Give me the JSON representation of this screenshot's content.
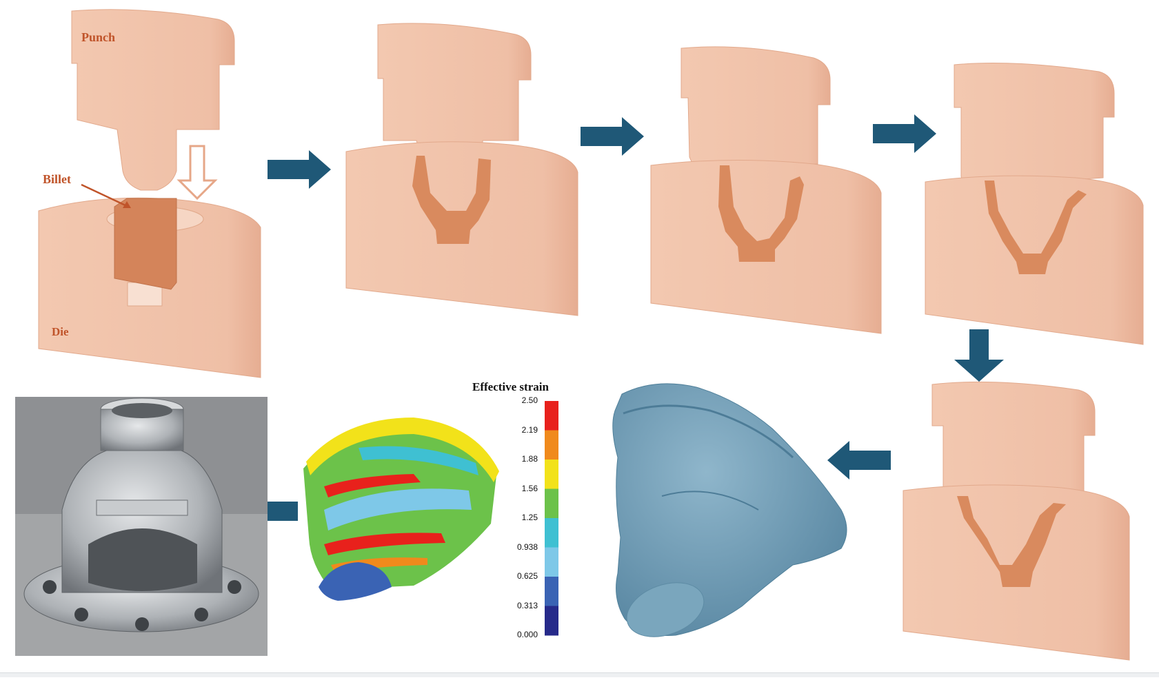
{
  "labels": {
    "punch": "Punch",
    "billet": "Billet",
    "die": "Die"
  },
  "legend": {
    "title": "Effective strain",
    "ticks": [
      "2.50",
      "2.19",
      "1.88",
      "1.56",
      "1.25",
      "0.938",
      "0.625",
      "0.313",
      "0.000"
    ],
    "colors": [
      "#e8211c",
      "#f08a1c",
      "#f2e21a",
      "#6cc24a",
      "#3fc0d2",
      "#7ec8e8",
      "#3a63b4",
      "#262a8a"
    ]
  },
  "colors": {
    "die": "#efbfa6",
    "die_edge": "#e2a98c",
    "billet": "#d98a5e",
    "arrow": "#1f5877",
    "part3d": "#6b9ab4",
    "photo_bg": "#9a9c9e"
  }
}
